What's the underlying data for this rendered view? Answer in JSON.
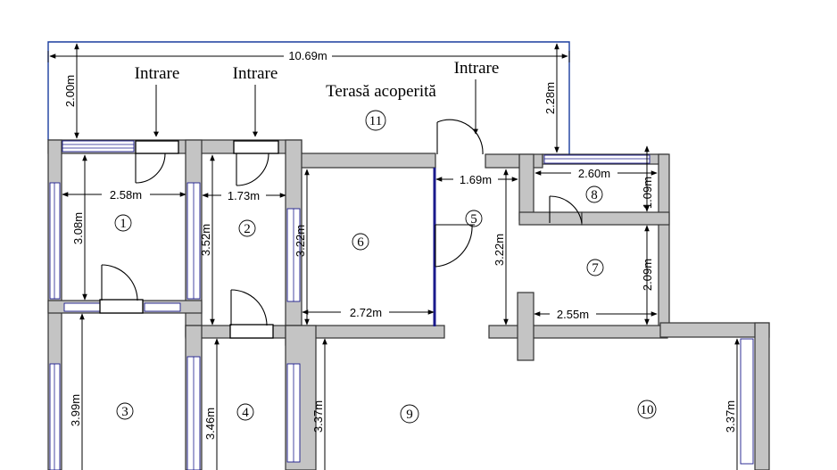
{
  "terrace": {
    "label": "Terasă acoperită",
    "number": "11"
  },
  "entrances": {
    "label": "Intrare"
  },
  "dimensions": {
    "total_width": "10.69m",
    "terrace_depth_left": "2.00m",
    "terrace_depth_right": "2.28m",
    "room1_width": "2.58m",
    "room1_depth": "3.08m",
    "room2_width": "1.73m",
    "room2_depth": "3.52m",
    "room6_depth": "3.22m",
    "room6_width": "2.72m",
    "room5_width": "1.69m",
    "room5_depth": "3.22m",
    "room8_width": "2.60m",
    "room8_depth": "1.09m",
    "room7_depth": "2.09m",
    "room7_width": "2.55m",
    "room3_depth": "3.99m",
    "room4_depth": "3.46m",
    "room9_depth": "3.37m",
    "room10_depth": "3.37m"
  },
  "rooms": {
    "r1": "1",
    "r2": "2",
    "r3": "3",
    "r4": "4",
    "r5": "5",
    "r6": "6",
    "r7": "7",
    "r8": "8",
    "r9": "9",
    "r10": "10"
  }
}
